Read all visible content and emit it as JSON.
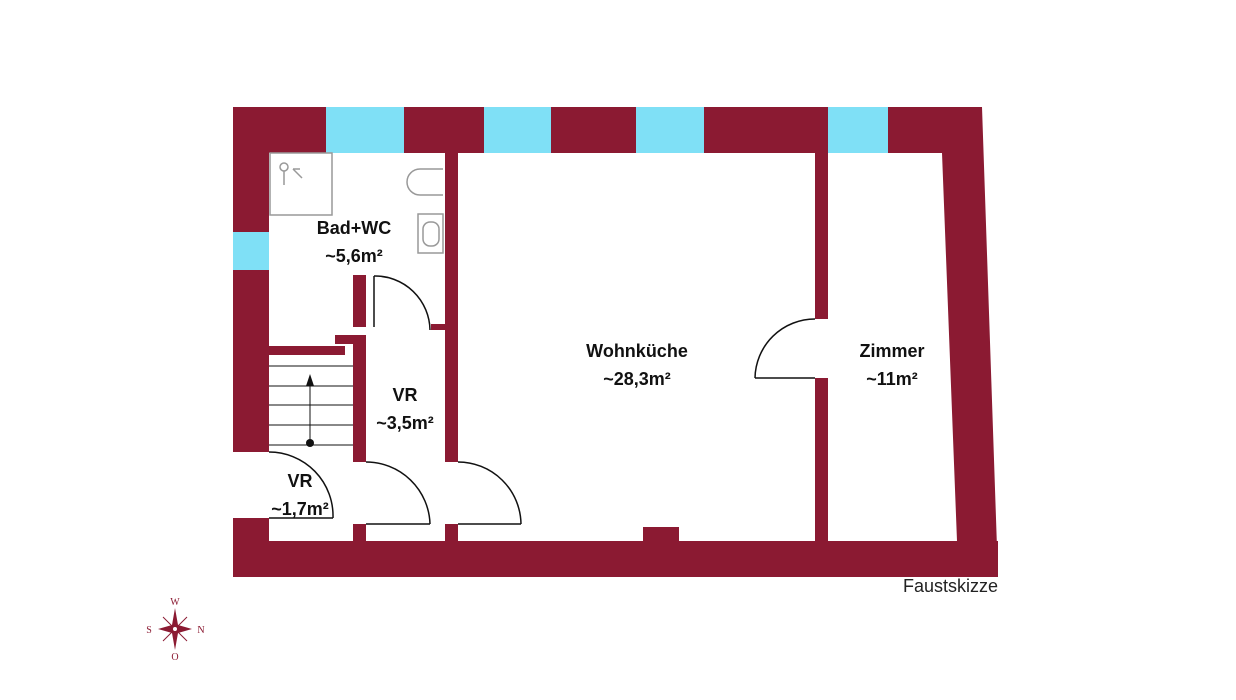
{
  "colors": {
    "wall": "#8b1a32",
    "window": "#7fe0f6",
    "fixture": "#999999",
    "line": "#111111"
  },
  "rooms": {
    "bad": {
      "name": "Bad+WC",
      "area": "~5,6m²"
    },
    "vr_small": {
      "name": "VR",
      "area": "~1,7m²"
    },
    "vr_mid": {
      "name": "VR",
      "area": "~3,5m²"
    },
    "wohnkueche": {
      "name": "Wohnküche",
      "area": "~28,3m²"
    },
    "zimmer": {
      "name": "Zimmer",
      "area": "~11m²"
    }
  },
  "note": "Faustskizze",
  "compass": {
    "top": "W",
    "bottom": "O",
    "left": "S",
    "right": "N"
  },
  "icons": [
    "shower-icon",
    "toilet-icon",
    "sink-icon",
    "compass-rose-icon",
    "stair-arrow-icon"
  ]
}
